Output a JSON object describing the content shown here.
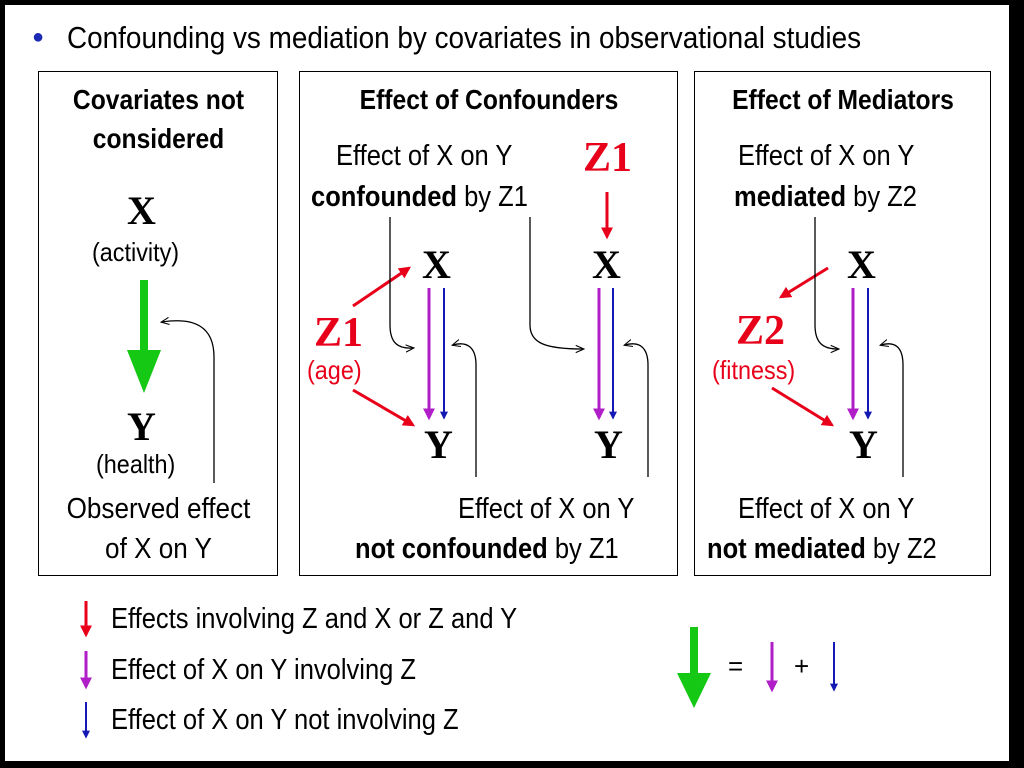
{
  "title": "Confounding vs mediation by covariates in observational studies",
  "bullet_symbol": "●",
  "panel1": {
    "heading_line1": "Covariates not",
    "heading_line2": "considered",
    "x_label": "X",
    "x_caption": "(activity)",
    "y_label": "Y",
    "y_caption": "(health)",
    "footer_line1": "Observed effect",
    "footer_line2": "of X on Y"
  },
  "panel2": {
    "heading": "Effect of Confounders",
    "note1_line1": "Effect of X on Y",
    "note1_bold": "confounded",
    "note1_rest": " by Z1",
    "z_top": "Z1",
    "z_left": "Z1",
    "z_left_caption": "(age)",
    "x_left": "X",
    "y_left": "Y",
    "x_right": "X",
    "y_right": "Y",
    "note2_line1": "Effect of X on Y",
    "note2_bold": "not confounded",
    "note2_rest": " by Z1"
  },
  "panel3": {
    "heading": "Effect of Mediators",
    "note1_line1": "Effect of X on Y",
    "note1_bold": "mediated",
    "note1_rest": " by Z2",
    "x_label": "X",
    "z_label": "Z2",
    "z_caption": "(fitness)",
    "y_label": "Y",
    "note2_line1": "Effect of X on Y",
    "note2_bold": "not mediated",
    "note2_rest": " by Z2"
  },
  "legend": {
    "red": "Effects involving Z and X or Z and Y",
    "purple": "Effect of X on Y involving Z",
    "blue": "Effect of X on Y not involving Z",
    "equals": "=",
    "plus": "+"
  },
  "colors": {
    "red": "#e8001a",
    "purple": "#b01ec8",
    "blue": "#1418b4",
    "green": "#14c814"
  }
}
